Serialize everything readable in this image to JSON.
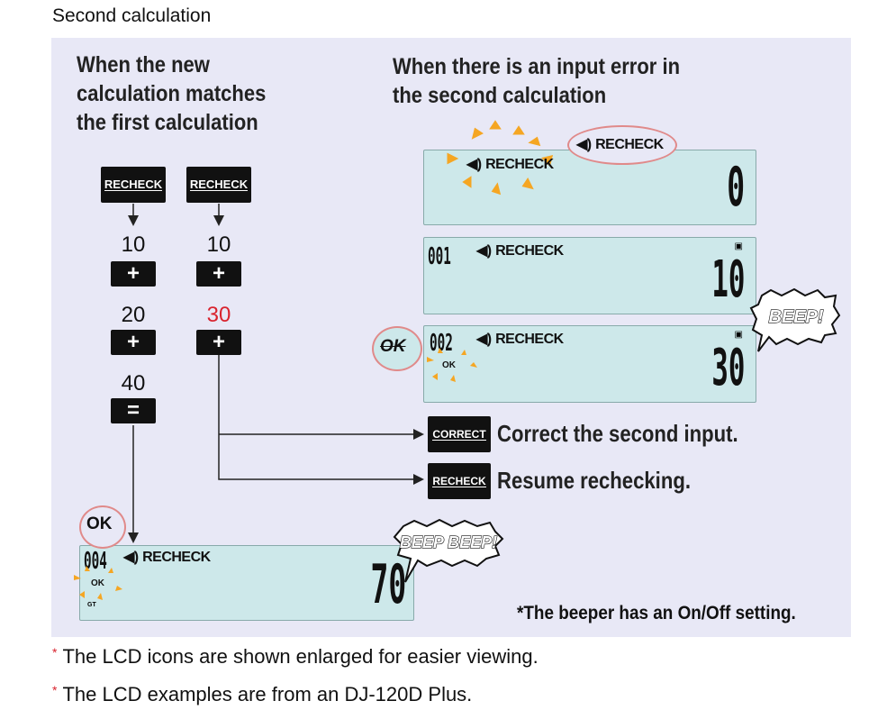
{
  "heading": "Second calculation",
  "left_title_lines": [
    "When the new",
    "calculation matches",
    "the first calculation"
  ],
  "right_title_lines": [
    "When there is an input error in",
    "the second calculation"
  ],
  "keys": {
    "recheck": "RECHECK",
    "correct": "CORRECT",
    "plus": "+",
    "equals": "="
  },
  "first_calc": {
    "values": [
      "10",
      "20",
      "40"
    ]
  },
  "second_calc": {
    "values": [
      "10",
      "30"
    ]
  },
  "lcd_top": {
    "recheck_label": "RECHECK",
    "value": "0"
  },
  "lcd_mid": {
    "counter": "001",
    "recheck_label": "RECHECK",
    "value": "10"
  },
  "lcd_err": {
    "counter": "002",
    "recheck_label": "RECHECK",
    "value": "30",
    "ok_label": "OK",
    "ok_badge": "OK"
  },
  "lcd_bottom": {
    "counter": "004",
    "recheck_label": "RECHECK",
    "value": "70",
    "ok_label": "OK",
    "gt_label": "GT"
  },
  "callout_recheck": "RECHECK",
  "ok_badge_bottom": "OK",
  "beep_single": "BEEP!",
  "beep_double": "BEEP BEEP!",
  "actions": {
    "correct_text": "Correct the second input.",
    "recheck_text": "Resume rechecking."
  },
  "beeper_note": "*The beeper has an On/Off setting.",
  "footnotes": [
    "The LCD icons are shown enlarged for easier viewing.",
    "The LCD examples are from an DJ-120D Plus."
  ],
  "footnote_marker": "*",
  "colors": {
    "panel": "#e8e8f6",
    "lcd": "#cde8ea",
    "red": "#d9232e",
    "burst": "#f5a623",
    "pink": "#e08a8a"
  }
}
